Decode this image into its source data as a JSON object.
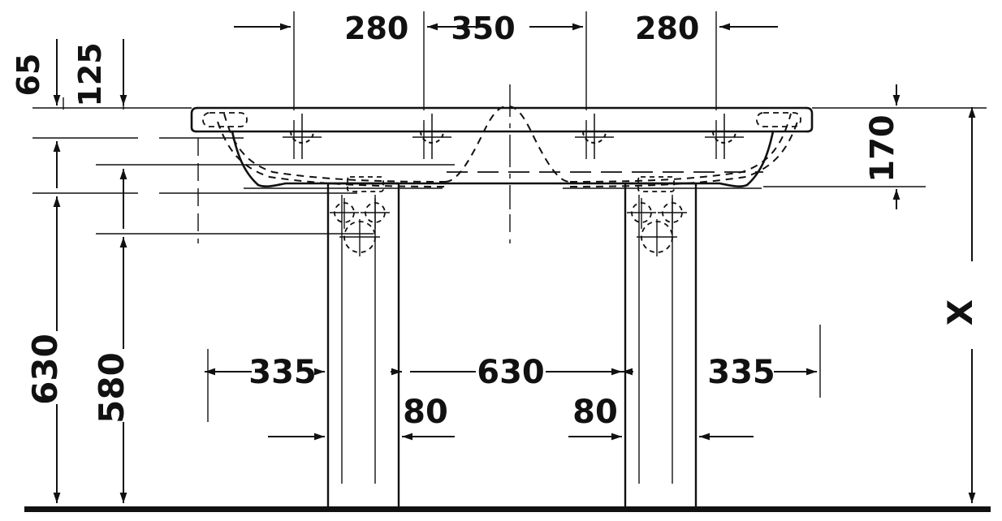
{
  "drawing": {
    "title": "Double washbasin technical elevation drawing",
    "type": "dimensioned-front-elevation",
    "units": "mm",
    "line_color": "#111111",
    "background_color": "#ffffff",
    "floor_line_color": "#111111"
  },
  "dimensions": {
    "top": [
      {
        "id": "top-280-left",
        "label": "280",
        "orientation": "horizontal",
        "arrow": "right"
      },
      {
        "id": "top-350-center",
        "label": "350",
        "orientation": "horizontal",
        "arrow": "both"
      },
      {
        "id": "top-280-right",
        "label": "280",
        "orientation": "horizontal",
        "arrow": "left"
      }
    ],
    "left": [
      {
        "id": "left-65",
        "label": "65",
        "orientation": "vertical",
        "arrow": "down"
      },
      {
        "id": "left-125",
        "label": "125",
        "orientation": "vertical",
        "arrow": "down"
      },
      {
        "id": "left-630",
        "label": "630",
        "orientation": "vertical",
        "arrow": "both"
      },
      {
        "id": "left-580",
        "label": "580",
        "orientation": "vertical",
        "arrow": "both"
      }
    ],
    "right": [
      {
        "id": "right-170",
        "label": "170",
        "orientation": "vertical",
        "arrow": "both"
      },
      {
        "id": "right-x",
        "label": "X",
        "orientation": "vertical",
        "arrow": "both"
      }
    ],
    "bottom": [
      {
        "id": "bottom-335-left",
        "label": "335",
        "orientation": "horizontal",
        "arrow": "both"
      },
      {
        "id": "bottom-630-center",
        "label": "630",
        "orientation": "horizontal",
        "arrow": "both"
      },
      {
        "id": "bottom-335-right",
        "label": "335",
        "orientation": "horizontal",
        "arrow": "both"
      },
      {
        "id": "bottom-80-left",
        "label": "80",
        "orientation": "horizontal",
        "arrow": "both"
      },
      {
        "id": "bottom-80-right",
        "label": "80",
        "orientation": "horizontal",
        "arrow": "both"
      }
    ]
  },
  "labels": {
    "t280a": "280",
    "t350": "350",
    "t280b": "280",
    "l65": "65",
    "l125": "125",
    "l630": "630",
    "l580": "580",
    "r170": "170",
    "rX": "X",
    "b335a": "335",
    "b630": "630",
    "b335b": "335",
    "b80a": "80",
    "b80b": "80"
  },
  "features": {
    "tap_holes_count": 4,
    "basins_count": 2,
    "pedestals_count": 2,
    "drain_detail": "dashed-siphon-circle",
    "overflow_detail": "dashed-rounded-slot"
  }
}
